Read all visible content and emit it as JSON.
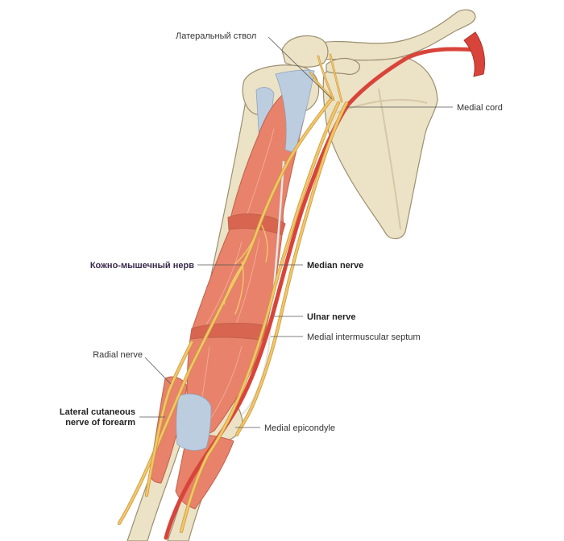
{
  "labels": {
    "lateral_cord": "Латеральный ствол",
    "medial_cord": "Medial cord",
    "musculocutaneous_nerve": "Кожно-мышечный нерв",
    "median_nerve": "Median nerve",
    "ulnar_nerve": "Ulnar nerve",
    "medial_intermuscular_septum": "Medial intermuscular septum",
    "radial_nerve": "Radial nerve",
    "lateral_cutaneous_nerve": [
      "Lateral cutaneous",
      "nerve of forearm"
    ],
    "medial_epicondyle": "Medial epicondyle"
  },
  "colors": {
    "bone": "#ece2c6",
    "muscle": "#e8826a",
    "tendon": "#bccde0",
    "nerve": "#f3c66b",
    "artery": "#d9443a",
    "highlight_text": "#3a2a4d"
  }
}
